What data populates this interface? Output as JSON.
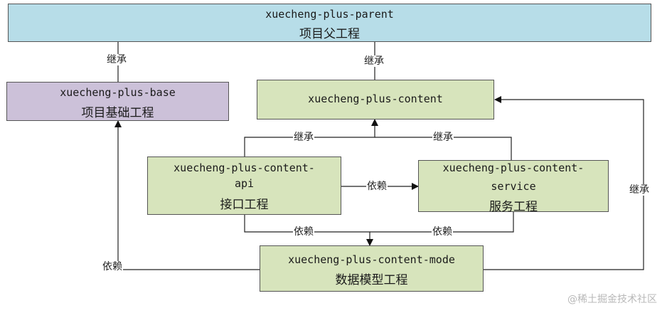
{
  "nodes": {
    "parent": {
      "line1": "xuecheng-plus-parent",
      "line2": "项目父工程",
      "color": "#b7dde8"
    },
    "base": {
      "line1": "xuecheng-plus-base",
      "line2": "项目基础工程",
      "color": "#ccc1d9"
    },
    "content": {
      "line1": "xuecheng-plus-content",
      "color": "#d7e4bc"
    },
    "api": {
      "line1": "xuecheng-plus-content-",
      "line2": "api",
      "line3": "接口工程",
      "color": "#d7e4bc"
    },
    "service": {
      "line1": "xuecheng-plus-content-",
      "line2": "service",
      "line3": "服务工程",
      "color": "#d7e4bc"
    },
    "model": {
      "line1": "xuecheng-plus-content-mode",
      "line2": "数据模型工程",
      "color": "#d7e4bc"
    }
  },
  "edges": {
    "base_to_parent": "继承",
    "content_to_parent": "继承",
    "api_to_content": "继承",
    "service_to_content": "继承",
    "model_to_content": "继承",
    "api_to_service": "依赖",
    "api_to_model": "依赖",
    "service_to_model": "依赖",
    "model_to_base": "依赖"
  },
  "watermark": "@稀土掘金技术社区"
}
